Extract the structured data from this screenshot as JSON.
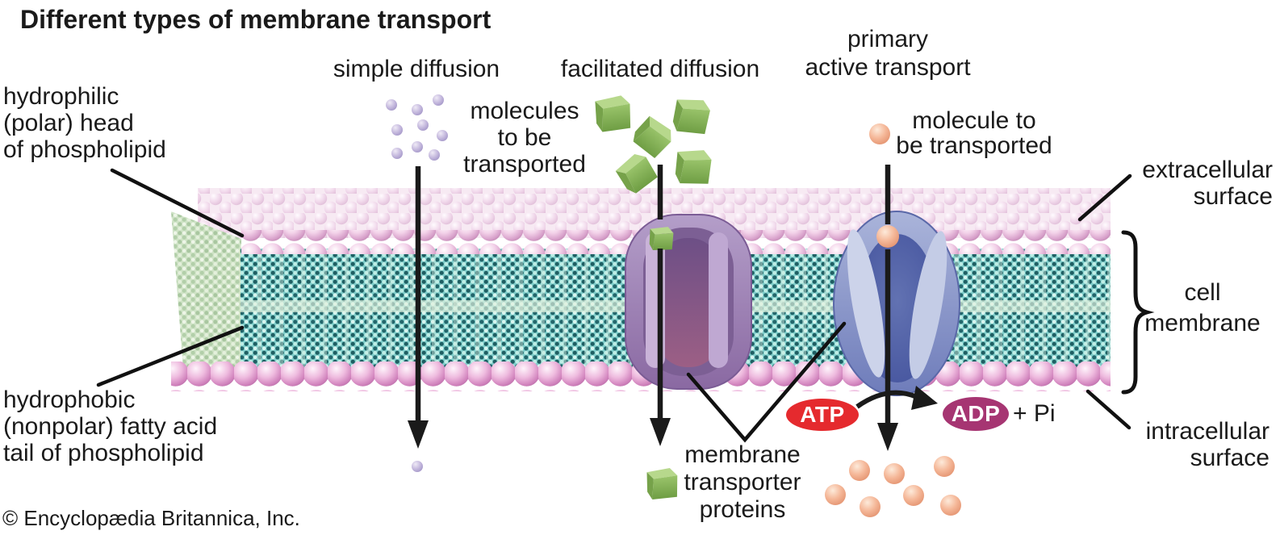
{
  "title": "Different types of membrane transport",
  "copyright": "© Encyclopædia Britannica, Inc.",
  "transport_types": {
    "simple_diffusion": "simple diffusion",
    "facilitated_diffusion": "facilitated diffusion",
    "primary_active_line1": "primary",
    "primary_active_line2": "active transport"
  },
  "labels": {
    "hydrophilic_line1": "hydrophilic",
    "hydrophilic_line2": "(polar) head",
    "hydrophilic_line3": "of phospholipid",
    "hydrophobic_line1": "hydrophobic",
    "hydrophobic_line2": "(nonpolar) fatty acid",
    "hydrophobic_line3": "tail of phospholipid",
    "molecules_line1": "molecules",
    "molecules_line2": "to be",
    "molecules_line3": "transported",
    "molecule_line1": "molecule to",
    "molecule_line2": "be transported",
    "extracellular_line1": "extracellular",
    "extracellular_line2": "surface",
    "cell_membrane_line1": "cell",
    "cell_membrane_line2": "membrane",
    "intracellular_line1": "intracellular",
    "intracellular_line2": "surface",
    "transporter_line1": "membrane",
    "transporter_line2": "transporter",
    "transporter_line3": "proteins",
    "atp": "ATP",
    "adp": "ADP",
    "pi": "+ Pi"
  },
  "colors": {
    "atp_red": "#e52a2e",
    "adp_magenta": "#a63572",
    "head_pink": "#d793c6",
    "tail_teal": "#7fcecb",
    "protein_purple": "#9b7cb2",
    "protein_blue": "#7586c1",
    "molecule_green": "#85b155",
    "molecule_orange": "#f0a988",
    "dot_purple": "#b3a6d4",
    "line_black": "#1a1a1a"
  }
}
